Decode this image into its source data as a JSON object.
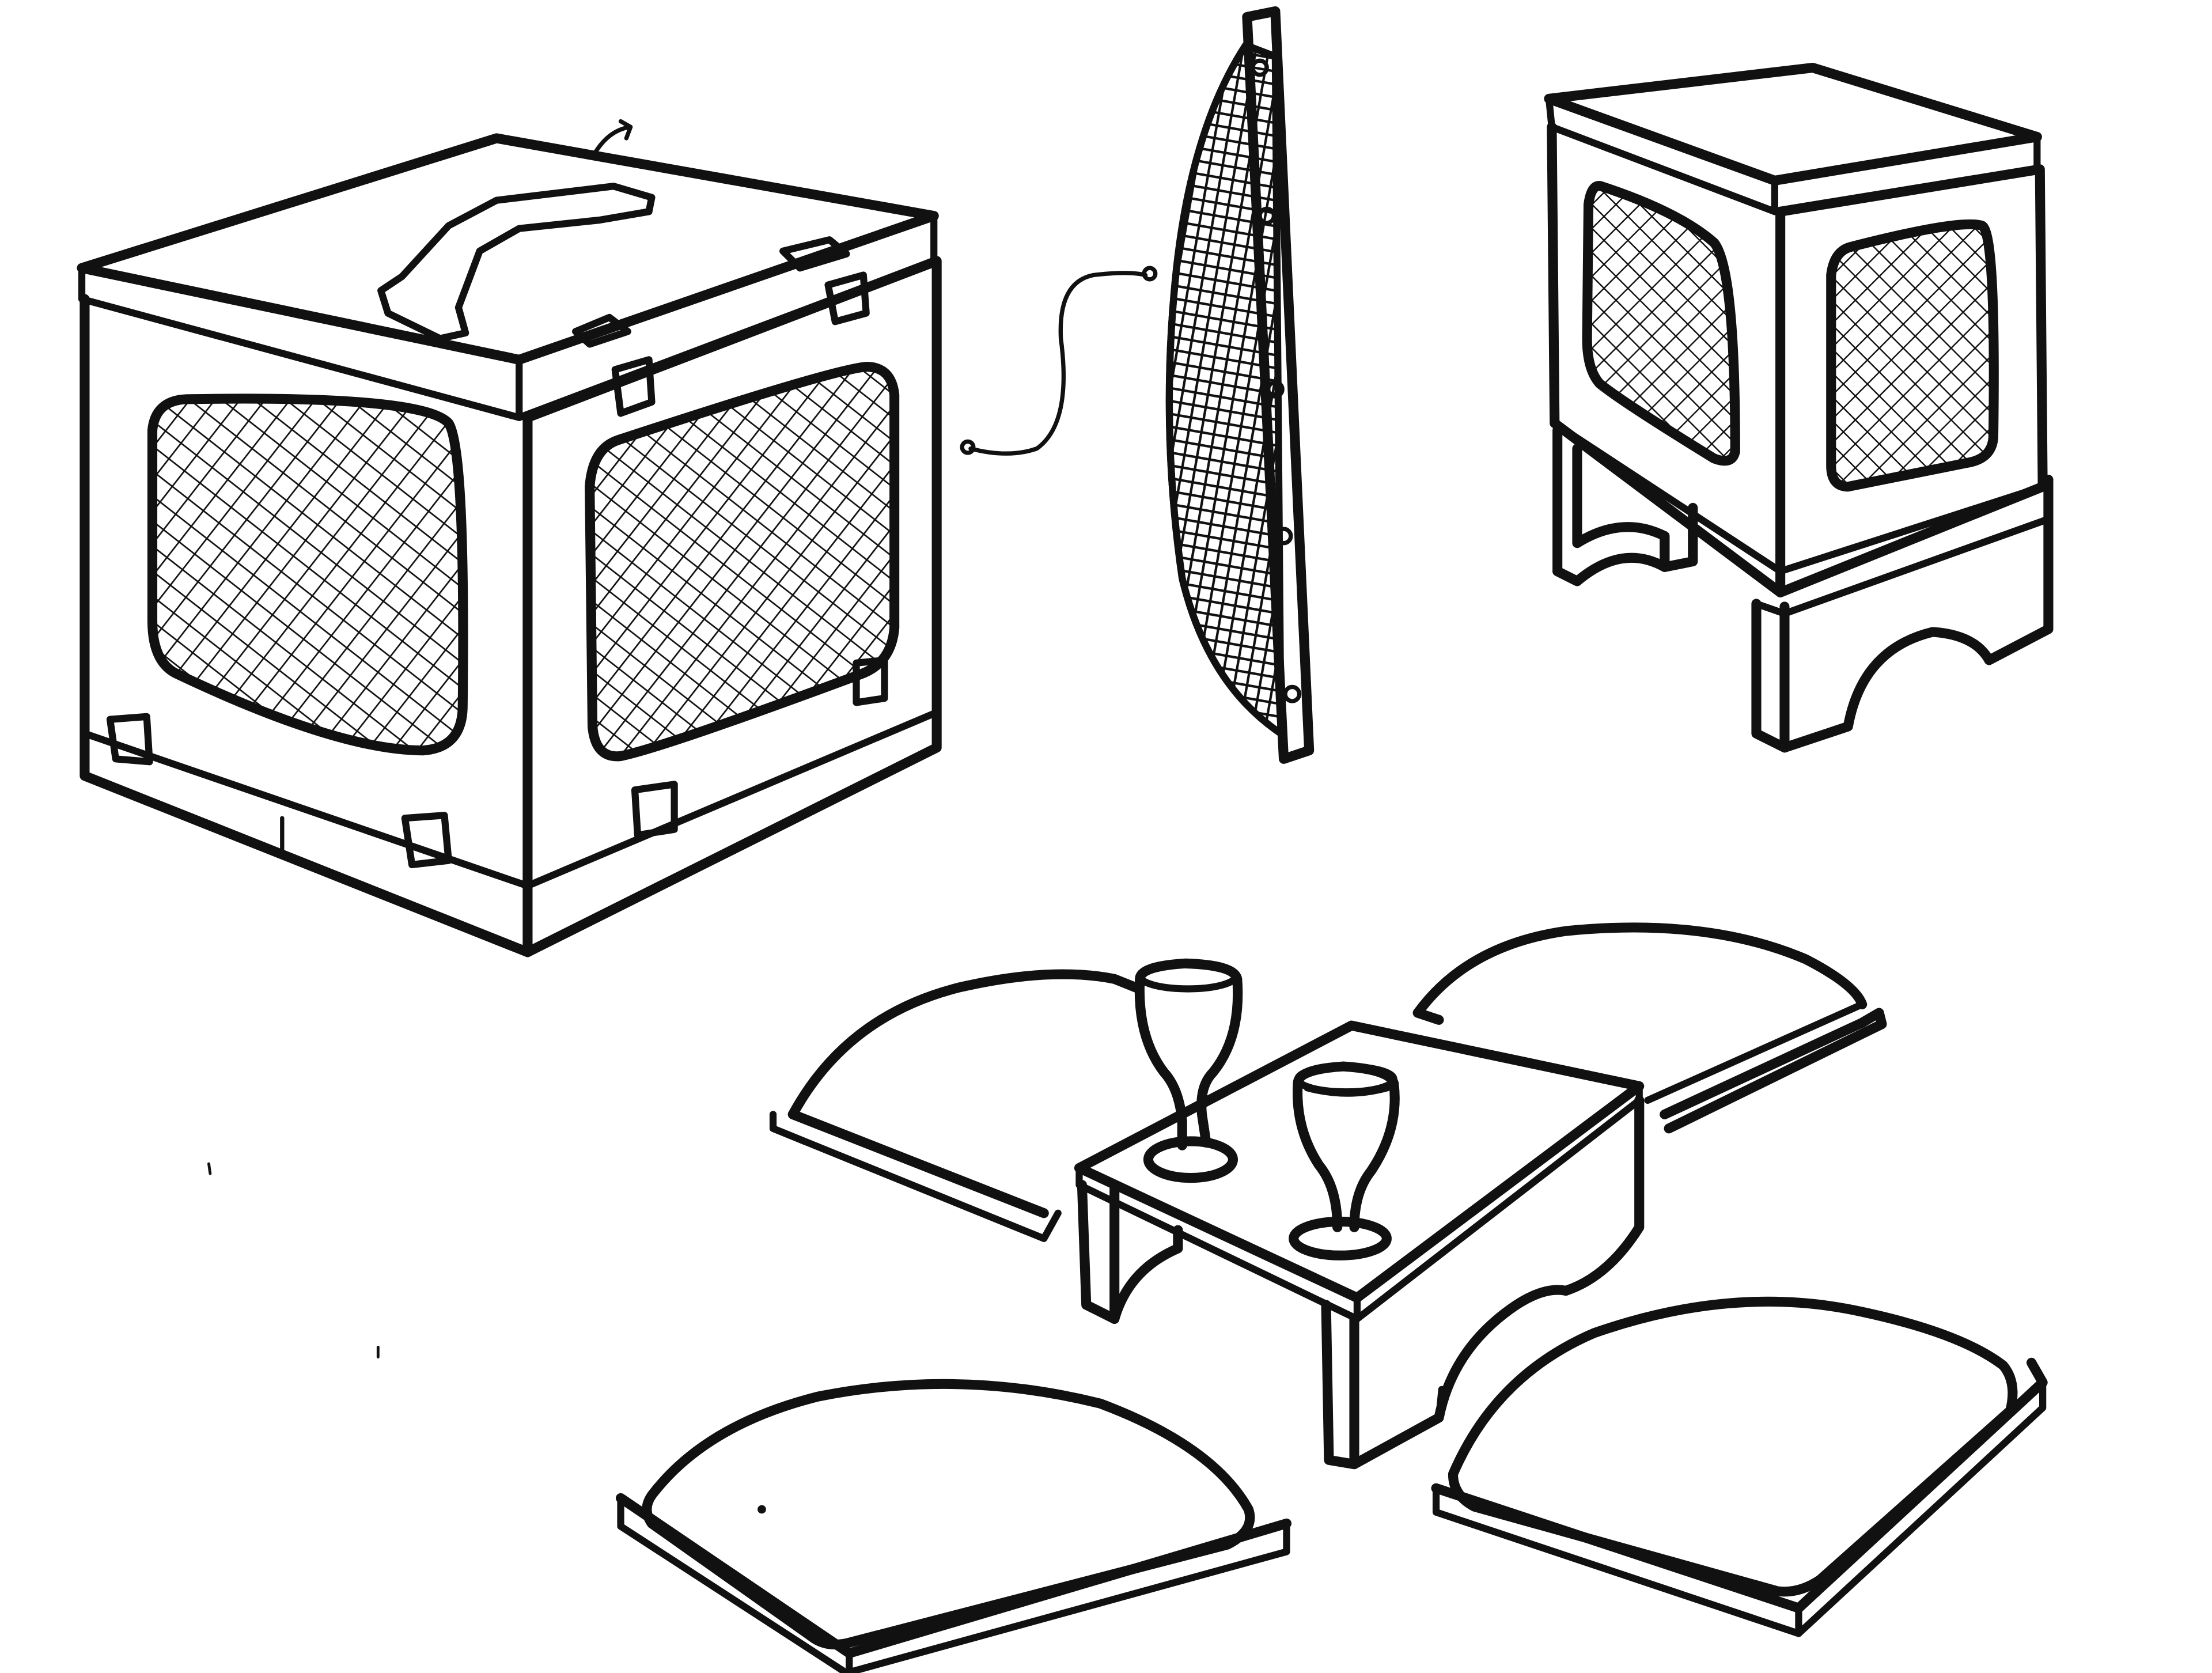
{
  "page": {
    "background": "#ffffff",
    "ink": "#111111"
  },
  "objects": [
    {
      "id": "folding-pet-crate",
      "icon": "crate-icon"
    },
    {
      "id": "detached-mesh-panel",
      "icon": "mesh-panel-icon"
    },
    {
      "id": "crate-on-stand",
      "icon": "stool-icon"
    },
    {
      "id": "low-table-with-glasses",
      "icon": "table-icon"
    },
    {
      "id": "floor-cushions",
      "count": 4,
      "icon": "cushion-icon"
    }
  ]
}
